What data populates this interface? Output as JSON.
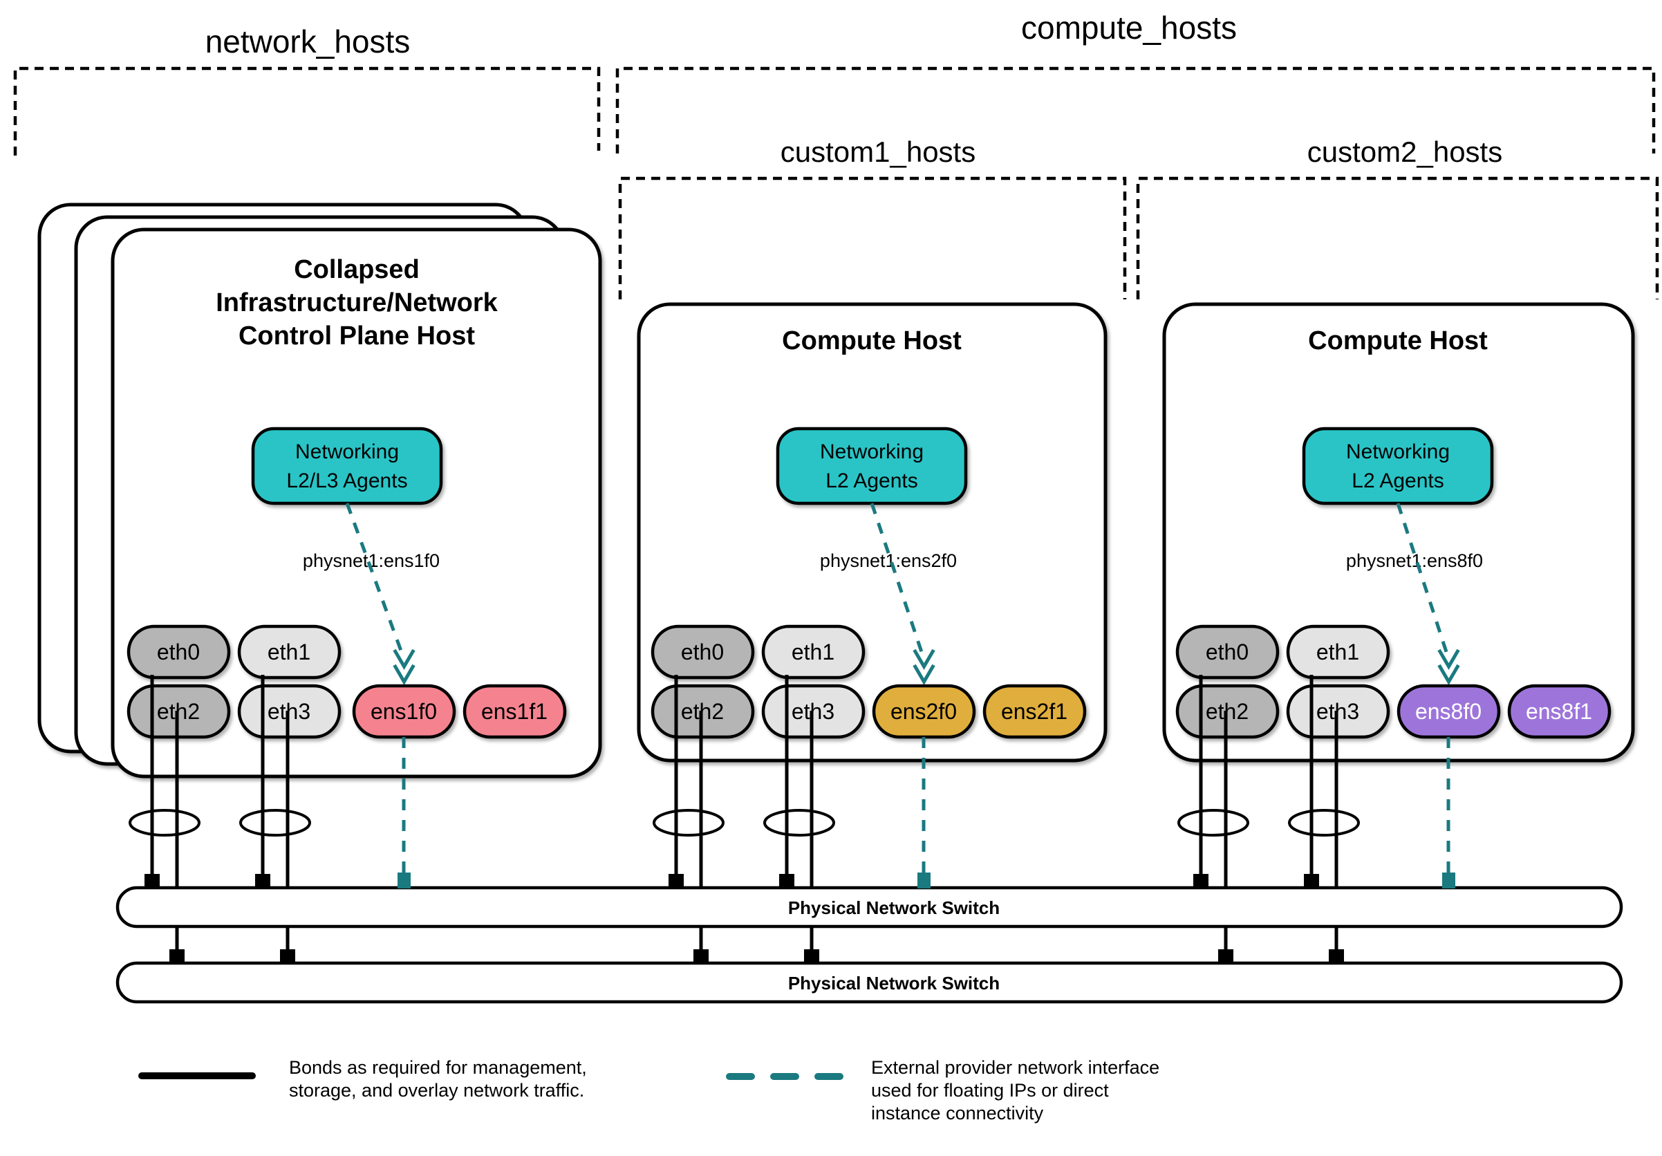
{
  "colors": {
    "teal": "#29c4c6",
    "teal_dark": "#1a7a80",
    "pink": "#f5838f",
    "gold": "#e0ae3e",
    "purple": "#9d75da",
    "gray": "#b5b5b5",
    "light_gray": "#e3e3e3",
    "black": "#000000",
    "white": "#ffffff"
  },
  "groups": {
    "network": {
      "label": "network_hosts"
    },
    "compute": {
      "label": "compute_hosts"
    },
    "custom1": {
      "label": "custom1_hosts"
    },
    "custom2": {
      "label": "custom2_hosts"
    }
  },
  "hosts": {
    "network_host": {
      "title_lines": [
        "Collapsed",
        "Infrastructure/Network",
        "Control Plane Host"
      ],
      "agent_lines": [
        "Networking",
        "L2/L3 Agents"
      ],
      "physnet_label": "physnet1:ens1f0",
      "nics": {
        "eth0": "eth0",
        "eth1": "eth1",
        "eth2": "eth2",
        "eth3": "eth3",
        "ext0": "ens1f0",
        "ext1": "ens1f1"
      }
    },
    "compute_host_1": {
      "title": "Compute Host",
      "agent_lines": [
        "Networking",
        "L2 Agents"
      ],
      "physnet_label": "physnet1:ens2f0",
      "nics": {
        "eth0": "eth0",
        "eth1": "eth1",
        "eth2": "eth2",
        "eth3": "eth3",
        "ext0": "ens2f0",
        "ext1": "ens2f1"
      }
    },
    "compute_host_2": {
      "title": "Compute Host",
      "agent_lines": [
        "Networking",
        "L2 Agents"
      ],
      "physnet_label": "physnet1:ens8f0",
      "nics": {
        "eth0": "eth0",
        "eth1": "eth1",
        "eth2": "eth2",
        "eth3": "eth3",
        "ext0": "ens8f0",
        "ext1": "ens8f1"
      }
    }
  },
  "switches": {
    "top": {
      "label": "Physical Network Switch"
    },
    "bottom": {
      "label": "Physical Network Switch"
    }
  },
  "legend": {
    "bond": {
      "lines": [
        "Bonds as required for management,",
        "storage, and overlay network traffic."
      ]
    },
    "external": {
      "lines": [
        "External provider network interface",
        "used for floating IPs or direct",
        "instance connectivity"
      ]
    }
  }
}
